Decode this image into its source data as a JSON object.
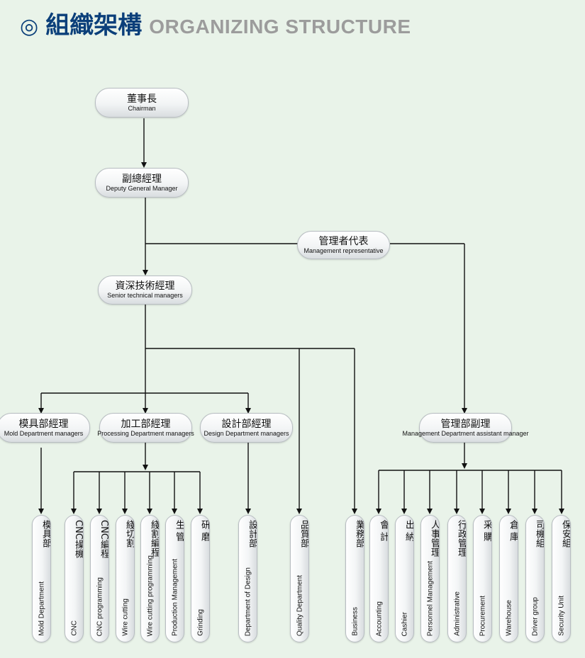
{
  "header": {
    "icon": "◎",
    "title_zh": "組織架構",
    "title_en": "ORGANIZING STRUCTURE"
  },
  "nodes": {
    "chairman": {
      "zh": "董事長",
      "en": "Chairman"
    },
    "deputy": {
      "zh": "副總經理",
      "en": "Deputy  General  Manager"
    },
    "mgmt_rep": {
      "zh": "管理者代表",
      "en": "Management  representative"
    },
    "senior": {
      "zh": "資深技術經理",
      "en": "Senior  technical  managers"
    },
    "mold": {
      "zh": "模具部經理",
      "en": "Mold  Department  managers"
    },
    "processing": {
      "zh": "加工部經理",
      "en": "Processing  Department  managers"
    },
    "design": {
      "zh": "設計部經理",
      "en": "Design  Department  managers"
    },
    "mgmt_asst": {
      "zh": "管理部副理",
      "en": "Management  Department  assistant  manager"
    }
  },
  "units": [
    {
      "zh": "模具部",
      "en": "Mold Department"
    },
    {
      "zh": "CNC操機",
      "en": "CNC"
    },
    {
      "zh": "CNC編程",
      "en": "CNC programming"
    },
    {
      "zh": "綫切割",
      "en": "Wire cutting"
    },
    {
      "zh": "綫割編程",
      "en": "Wire cutting programming"
    },
    {
      "zh": "生 管",
      "en": "Production Management"
    },
    {
      "zh": "研 磨",
      "en": "Grinding"
    },
    {
      "zh": "設計部",
      "en": "Department of Design"
    },
    {
      "zh": "品質部",
      "en": "Quality Department"
    },
    {
      "zh": "業務部",
      "en": "Business"
    },
    {
      "zh": "會 計",
      "en": "Accounting"
    },
    {
      "zh": "出 納",
      "en": "Cashier"
    },
    {
      "zh": "人事管理",
      "en": "Personnel Management"
    },
    {
      "zh": "行政管理",
      "en": "Administrative"
    },
    {
      "zh": "采 購",
      "en": "Procurement"
    },
    {
      "zh": "倉 庫",
      "en": "Warehouse"
    },
    {
      "zh": "司機組",
      "en": "Driver group"
    },
    {
      "zh": "保安組",
      "en": "Security Unit"
    }
  ],
  "colors": {
    "title": "#0b3f7a",
    "subtitle": "#9c9c9c",
    "background": "#e9f3e9",
    "line": "#111111"
  }
}
